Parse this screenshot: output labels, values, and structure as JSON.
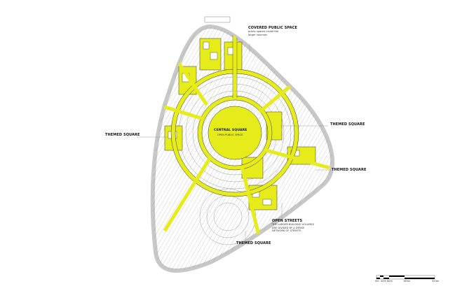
{
  "labels": {
    "covered_title": "COVERED PUBLIC SPACE",
    "covered_sub": "public spaces inside the larger volumes",
    "central_title": "CENTRAL SQUARE",
    "central_sub": "OPEN PUBLIC SPACE",
    "themed_left": "THEMED SQUARE",
    "themed_right_upper": "THEMED SQUARE",
    "themed_right_lower": "THEMED SQUARE",
    "themed_bottom": "THEMED SQUARE",
    "streets_title": "OPEN STREETS",
    "streets_sub": "THE LARGER BUILDING VOLUMES ARE DIVIDED BY A DENSE NETWORK OF STREETS"
  },
  "scale": [
    "0m",
    "40m",
    "80m",
    "160m",
    "320m"
  ],
  "colors": {
    "accent": "#e6ec1a",
    "outline": "#bfbfbf",
    "line": "#333333"
  }
}
